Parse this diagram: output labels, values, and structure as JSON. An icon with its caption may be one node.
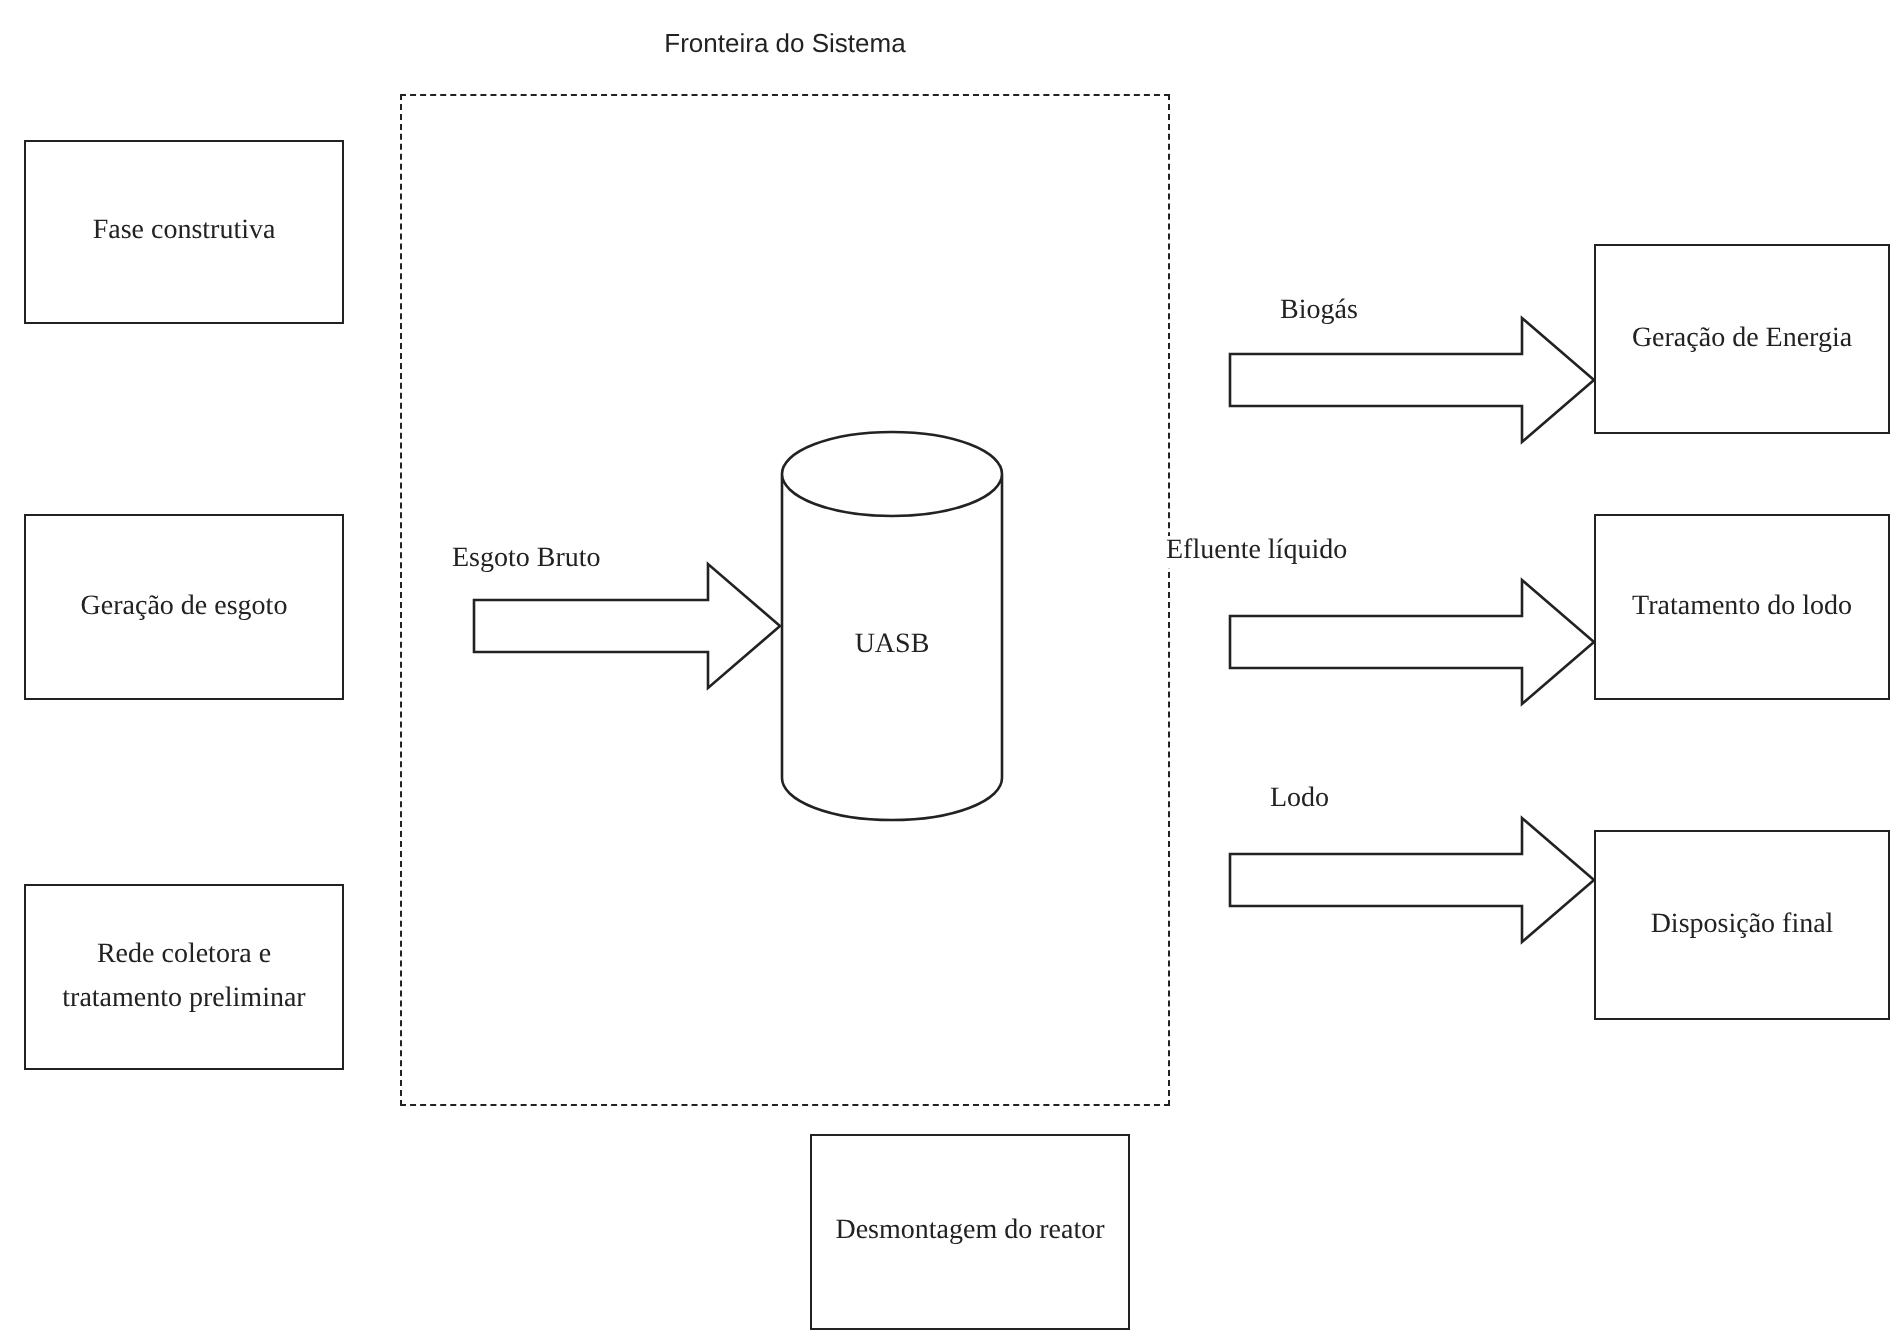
{
  "diagram": {
    "nodes": [
      {
        "text": [
          "Fase construtiva"
        ]
      },
      {
        "text": [
          "Fronteira do Sistema"
        ]
      },
      {
        "text": [
          "UASB"
        ],
        "in": 1
      },
      {
        "text": [
          "Geração de Energia"
        ]
      },
      {
        "text": [
          "Geração de esgoto"
        ]
      },
      {
        "text": [
          "Tratamento do lodo"
        ]
      },
      {
        "text": [
          "Rede coletora e tratamento preliminar"
        ]
      },
      {
        "text": [
          "Disposição final"
        ]
      },
      {
        "text": [
          "Desmontagem do reator"
        ]
      }
    ],
    "edges": [
      {
        "from": null,
        "to": 2,
        "arrow": "to",
        "label": "Esgoto Bruto"
      },
      {
        "from": null,
        "to": 3,
        "arrow": "to",
        "label": "Biogás"
      },
      {
        "from": null,
        "to": 5,
        "arrow": "to",
        "label": "Efluente líquido"
      },
      {
        "from": null,
        "to": 7,
        "arrow": "to",
        "label": "Lodo"
      }
    ]
  }
}
